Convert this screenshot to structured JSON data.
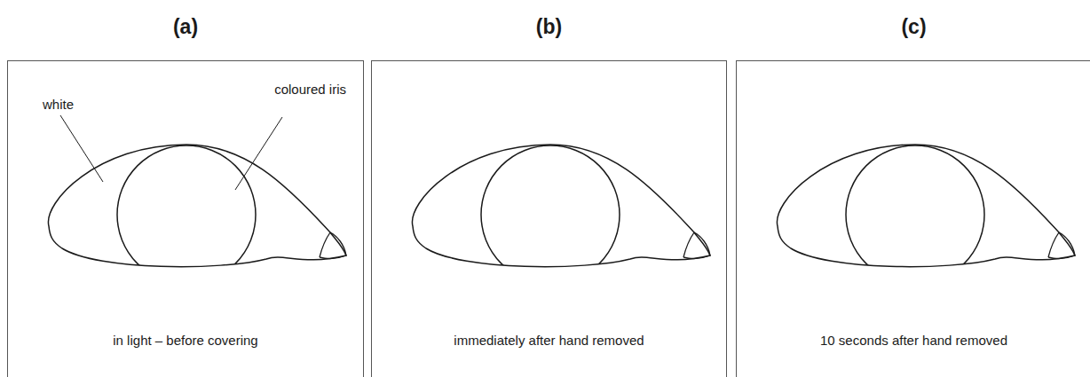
{
  "diagram": {
    "nodes": [
      {
        "text": [
          "(a)",
          "in light – before covering"
        ]
      },
      {
        "text": [
          "(b)",
          "immediately after hand removed"
        ]
      },
      {
        "text": [
          "(c)",
          "10 seconds after hand removed"
        ]
      }
    ],
    "labels": [
      "white",
      "coloured iris"
    ]
  }
}
